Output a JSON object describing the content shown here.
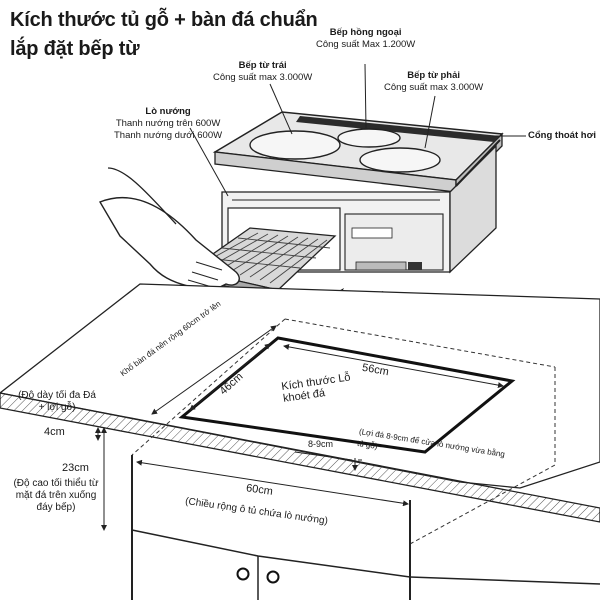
{
  "title": {
    "line1": "Kích thước tủ gỗ + bàn đá chuẩn",
    "line2": "lắp đặt bếp từ"
  },
  "callouts": {
    "infrared": {
      "name": "Bếp hồng ngoại",
      "spec": "Công suất Max 1.200W"
    },
    "left_hob": {
      "name": "Bếp từ trái",
      "spec": "Công suất max 3.000W"
    },
    "right_hob": {
      "name": "Bếp từ phải",
      "spec": "Công suất max 3.000W"
    },
    "oven": {
      "name": "Lò nướng",
      "spec1": "Thanh nướng trên 600W",
      "spec2": "Thanh nướng dưới 600W"
    },
    "vent": {
      "name": "Cổng thoát hơi"
    }
  },
  "dimensions": {
    "stone_thickness_note": "(Độ dày tối đa Đá + lợi gỗ)",
    "stone_thickness": "4cm",
    "height_value": "23cm",
    "height_note": "(Độ cao tối thiểu từ mặt đá trên xuống đáy bếp)",
    "cutout_width": "56cm",
    "cutout_depth": "46cm",
    "cutout_label": "Kích thước Lỗ khoét đá",
    "counter_width_note": "Khổ bàn đá nên rộng 60cm trở lên",
    "gap_value": "8-9cm",
    "gap_note": "(Lợi đá 8-9cm để cửa lò nướng vừa bằng tủ gỗ)",
    "cabinet_width": "60cm",
    "cabinet_width_note": "(Chiều rộng ô tủ chứa lò nướng)"
  }
}
